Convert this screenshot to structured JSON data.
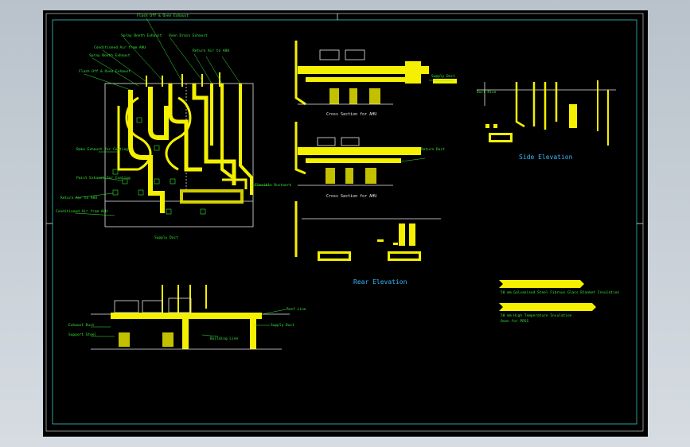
{
  "colors": {
    "background": "#000000",
    "pipe": "#f4f000",
    "leader": "#38e838",
    "title": "#35b8ff",
    "frame": "#40e0e0",
    "line": "#e8e8e8"
  },
  "plan_labels": {
    "flash_off_top": "Flash Off & Oven Exhaust",
    "spray_booth_exhaust_top": "Spray Booth Exhaust",
    "oven_drain_exhaust": "Oven Drain Exhaust",
    "conditioned_air": "Conditioned Air from AHU",
    "spray_booth_exhaust": "Spray Booth Exhaust",
    "flash_off": "Flash Off & Oven Exhaust",
    "return_air_top": "Return Air to AHU",
    "bake_exhaust": "Bake Exhaust for Coating",
    "paint_exhaust": "Paint Exhaust for Coating",
    "return_air": "Return Air to AHU",
    "conditioned_air_bottom": "Conditioned Air from AHU",
    "flexible_duct": "Flexible Ductwork",
    "supply_duct": "Supply Duct"
  },
  "sections": {
    "cross_section_1": "Cross Section for AHU",
    "cross_section_2": "Cross Section for AHU",
    "rear_elevation": "Rear Elevation",
    "side_elevation": "Side Elevation",
    "section_label_a": "Supply Duct",
    "section_label_b": "Return Duct",
    "section_label_c": "Duct Rise"
  },
  "legend": {
    "item1": "50 mm Galvanised Steel  Fibrous Glass Blanket Insulation",
    "item2": "50 mm High Temperature Insulation",
    "item2_sub": "Oven for PDSS"
  },
  "bottom_elevation": {
    "label_a": "Roof Line",
    "label_b": "Supply Duct",
    "label_c": "Building Line",
    "label_d": "Exhaust Duct",
    "label_e": "Support Steel"
  }
}
